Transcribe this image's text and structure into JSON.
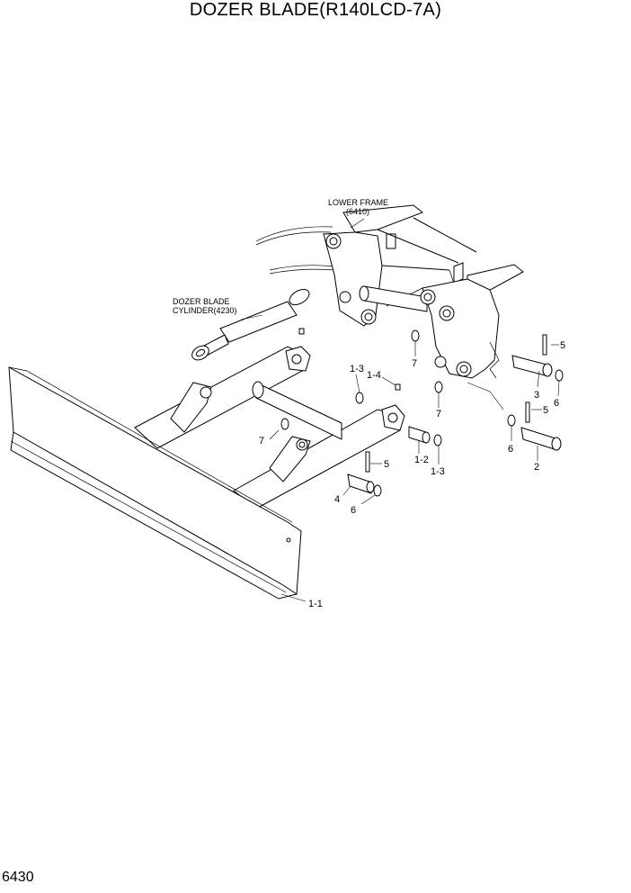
{
  "title": "DOZER BLADE(R140LCD-7A)",
  "page_number": "6430",
  "notes": {
    "lower_frame_line1": "LOWER FRAME",
    "lower_frame_line2": "(6410)",
    "cylinder_line1": "DOZER BLADE",
    "cylinder_line2": "CYLINDER(4230)"
  },
  "callouts": [
    {
      "id": "c-5a",
      "text": "5"
    },
    {
      "id": "c-3",
      "text": "3"
    },
    {
      "id": "c-6a",
      "text": "6"
    },
    {
      "id": "c-5b",
      "text": "5"
    },
    {
      "id": "c-6b",
      "text": "6"
    },
    {
      "id": "c-2",
      "text": "2"
    },
    {
      "id": "c-7a",
      "text": "7"
    },
    {
      "id": "c-7b",
      "text": "7"
    },
    {
      "id": "c-7c",
      "text": "7"
    },
    {
      "id": "c-1-3a",
      "text": "1-3"
    },
    {
      "id": "c-1-4",
      "text": "1-4"
    },
    {
      "id": "c-1-2",
      "text": "1-2"
    },
    {
      "id": "c-1-3b",
      "text": "1-3"
    },
    {
      "id": "c-5c",
      "text": "5"
    },
    {
      "id": "c-4",
      "text": "4"
    },
    {
      "id": "c-6c",
      "text": "6"
    },
    {
      "id": "c-1-1",
      "text": "1-1"
    }
  ]
}
